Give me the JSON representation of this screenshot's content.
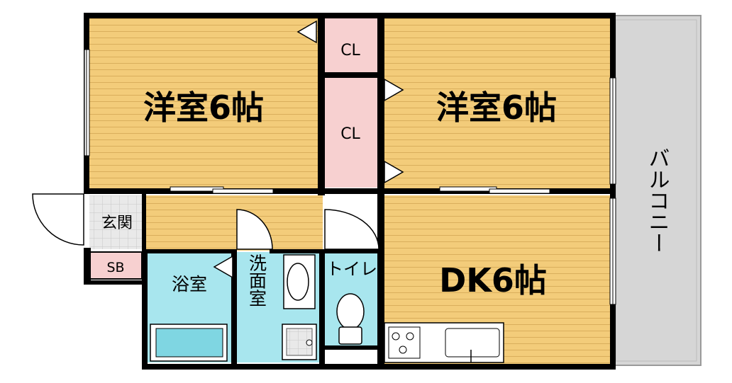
{
  "floorplan": {
    "rooms": {
      "western_left": "洋室6帖",
      "western_right": "洋室6帖",
      "dk": "DK6帖",
      "bath": "浴室",
      "washroom": "洗面室",
      "toilet": "トイレ",
      "entrance": "玄関",
      "shoe_box": "SB",
      "closet_top": "CL",
      "closet_mid": "CL",
      "balcony": "バルコニー"
    }
  },
  "colors": {
    "floor_wood": "#F3CC7A",
    "floor_line": "#D9AE5C",
    "closet_pink": "#F7D0D0",
    "wet_blue": "#A8E6EE",
    "balcony_gray": "#D6D6D6",
    "entrance_gray": "#E4E4E4",
    "wall": "#000000"
  }
}
